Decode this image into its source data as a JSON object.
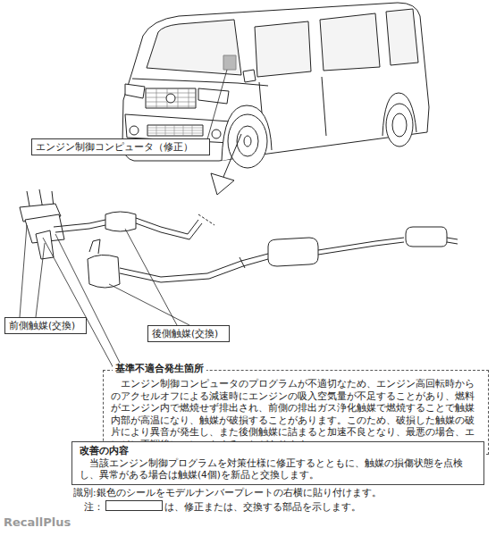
{
  "diagram": {
    "nodes": [
      {
        "text": [
          "エンジン制御コンピュータ（修正）"
        ]
      },
      {
        "text": [
          "前側触媒(交換)"
        ]
      },
      {
        "text": [
          "後側触媒(交換)"
        ]
      },
      {
        "text": [
          "基準不適合発生箇所",
          "エンジン制御コンピュータのプログラムが不適切なため、エンジン高回転時からのアクセルオフによる減速時にエンジンの吸入空気量が不足することがあり、燃料がエンジン内で燃焼せず排出され、前側の排出ガス浄化触媒で燃焼することで触媒内部が高温になり、触媒が破損することがあります。このため、破損した触媒の破片により異音が発生し、また後側触媒に詰まると加速不良となり、最悪の場合、エンジン不調後にエンストすることがあります。"
        ]
      },
      {
        "text": [
          "改善の内容",
          "当該エンジン制御プログラムを対策仕様に修正するとともに、触媒の損傷状態を点検し、異常がある場合は触媒(4個)を新品と交換します。"
        ]
      }
    ],
    "labels": [
      "識別:銀色のシールをモデルナンバープレートの右横に貼り付けます。",
      "注：",
      "は、修正または、交換する部品を示します。",
      "RecallPlus"
    ]
  }
}
